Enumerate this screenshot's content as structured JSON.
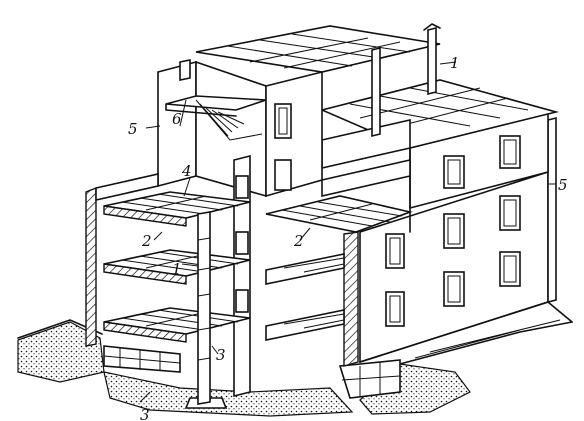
{
  "callouts": [
    {
      "id": "c1a",
      "text": "1"
    },
    {
      "id": "c1b",
      "text": "1"
    },
    {
      "id": "c2a",
      "text": "2"
    },
    {
      "id": "c2b",
      "text": "2"
    },
    {
      "id": "c3a",
      "text": "3"
    },
    {
      "id": "c3b",
      "text": "3"
    },
    {
      "id": "c4",
      "text": "4"
    },
    {
      "id": "c5a",
      "text": "5"
    },
    {
      "id": "c5b",
      "text": "5"
    },
    {
      "id": "c6",
      "text": "6"
    }
  ]
}
